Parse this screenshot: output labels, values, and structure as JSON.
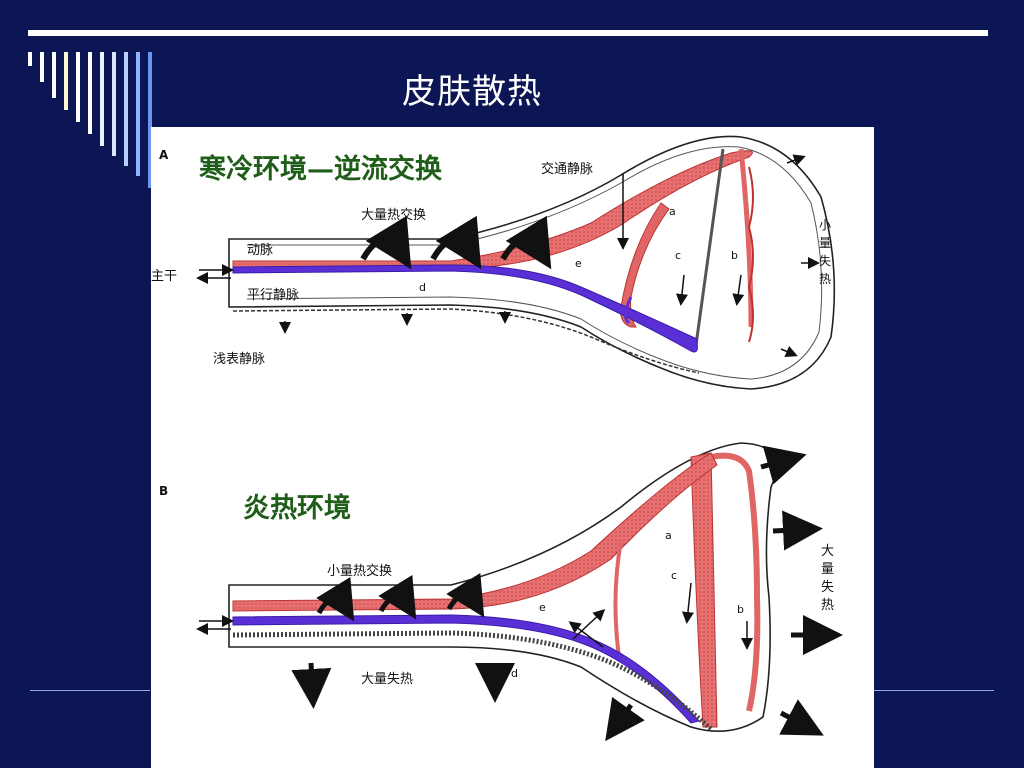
{
  "slide": {
    "title": "皮肤散热"
  },
  "panel_a": {
    "letter": "A",
    "heading": "寒冷环境—逆流交换",
    "exchange_label": "大量热交换",
    "artery": "动脉",
    "trunk": "主干",
    "parallel_vein": "平行静脉",
    "superficial_vein": "浅表静脉",
    "communicating_vein": "交通静脉",
    "loss_chars": [
      "小",
      "量",
      "失",
      "热"
    ],
    "letters": {
      "a": "a",
      "b": "b",
      "c": "c",
      "d": "d",
      "e": "e"
    }
  },
  "panel_b": {
    "letter": "B",
    "heading": "炎热环境",
    "exchange_label": "小量热交换",
    "loss_label": "大量失热",
    "loss_chars": [
      "大",
      "量",
      "失",
      "热"
    ],
    "letters": {
      "a": "a",
      "b": "b",
      "c": "c",
      "d": "d",
      "e": "e"
    }
  },
  "colors": {
    "background": "#0d1654",
    "artery": "#e06666",
    "vein": "#5b2fd6",
    "heading": "#1f5e18"
  }
}
